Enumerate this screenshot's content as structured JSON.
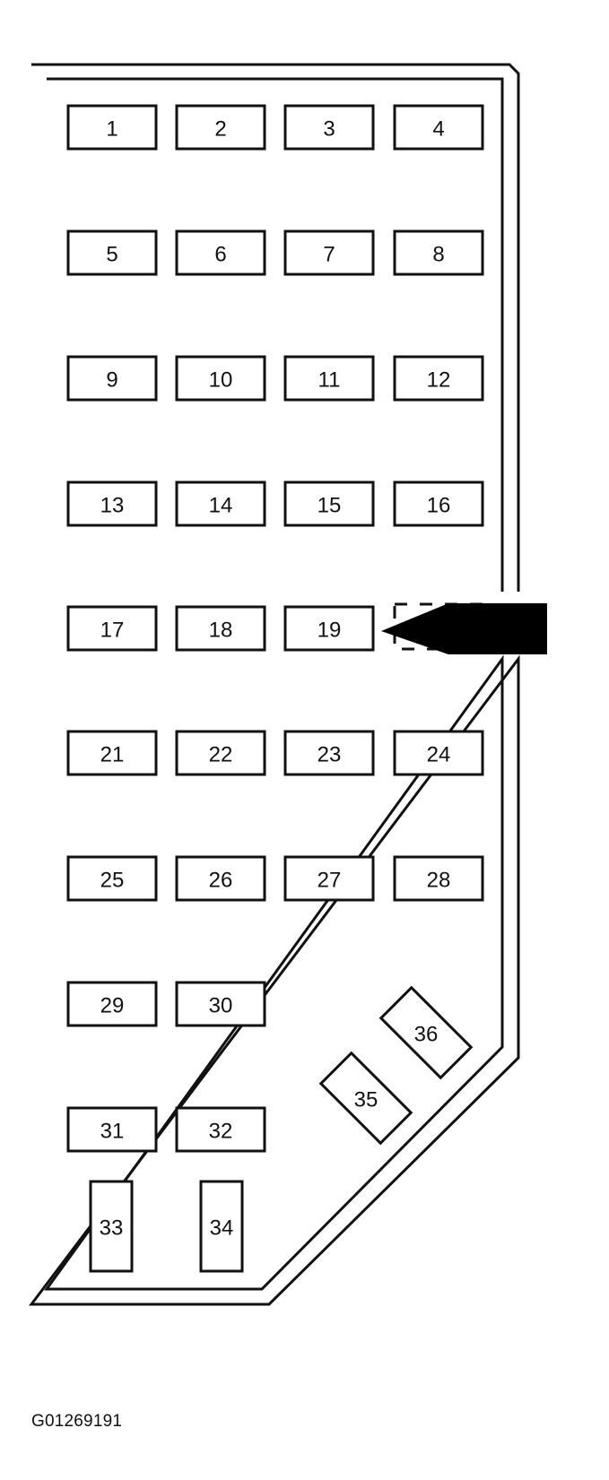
{
  "fuses": [
    "1",
    "2",
    "3",
    "4",
    "5",
    "6",
    "7",
    "8",
    "9",
    "10",
    "11",
    "12",
    "13",
    "14",
    "15",
    "16",
    "17",
    "18",
    "19",
    "21",
    "22",
    "23",
    "24",
    "25",
    "26",
    "27",
    "28",
    "29",
    "30",
    "31",
    "32",
    "33",
    "34",
    "35",
    "36"
  ],
  "figure_id": "G01269191",
  "colors": {
    "ink": "#111111",
    "background": "#ffffff"
  },
  "pointer": "arrow-icon"
}
